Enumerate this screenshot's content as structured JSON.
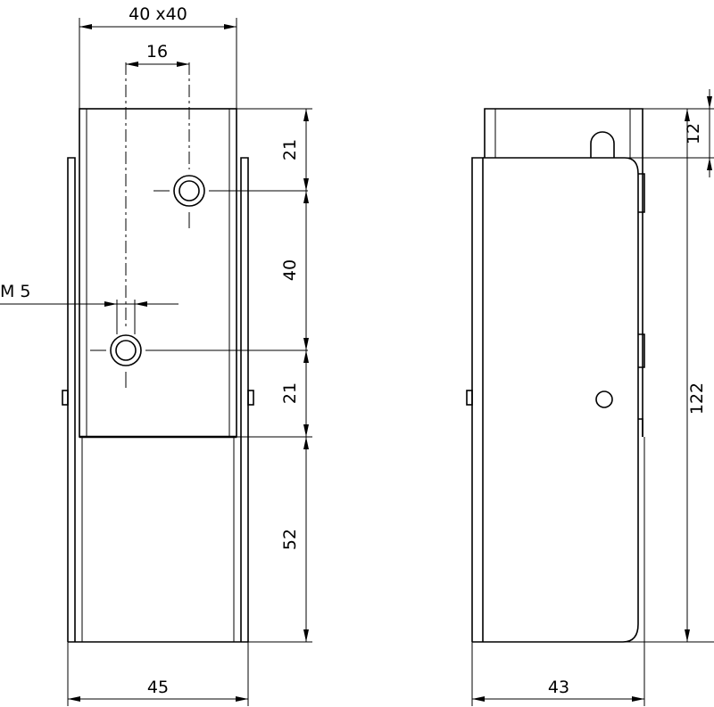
{
  "dimensions": {
    "front_width_top": "40 x40",
    "hole_spacing_horizontal": "16",
    "thread_size": "M 5",
    "front_top_to_hole": "21",
    "hole_to_hole": "40",
    "hole_to_sleeve_bottom": "21",
    "lower_section_height": "52",
    "front_base_width": "45",
    "side_top_tab_height": "12",
    "side_overall_height": "122",
    "side_base_width": "43"
  }
}
